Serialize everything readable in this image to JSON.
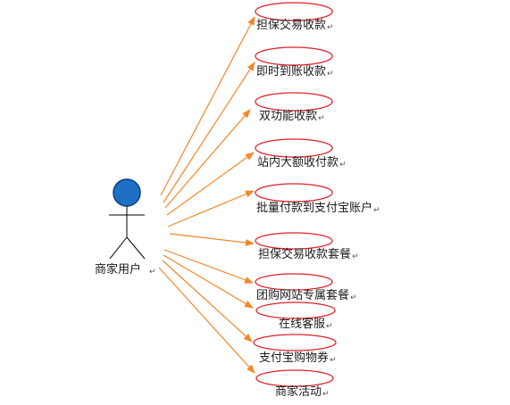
{
  "actor": {
    "label": "商家用户",
    "head_color": "#1f6fc5",
    "head_stroke": "#0b3f7a"
  },
  "use_cases": [
    {
      "label": "担保交易收款"
    },
    {
      "label": "即时到账收款"
    },
    {
      "label": "双功能收款"
    },
    {
      "label": "站内大额收付款"
    },
    {
      "label": "批量付款到支付宝账户"
    },
    {
      "label": "担保交易收款套餐"
    },
    {
      "label": "团购网站专属套餐"
    },
    {
      "label": "在线客服"
    },
    {
      "label": "支付宝购物券"
    },
    {
      "label": "商家活动"
    }
  ],
  "colors": {
    "ellipse_stroke": "#e0202a",
    "arrow": "#f0882a",
    "line": "#000000"
  },
  "icons": {
    "paragraph_mark": "↵"
  }
}
